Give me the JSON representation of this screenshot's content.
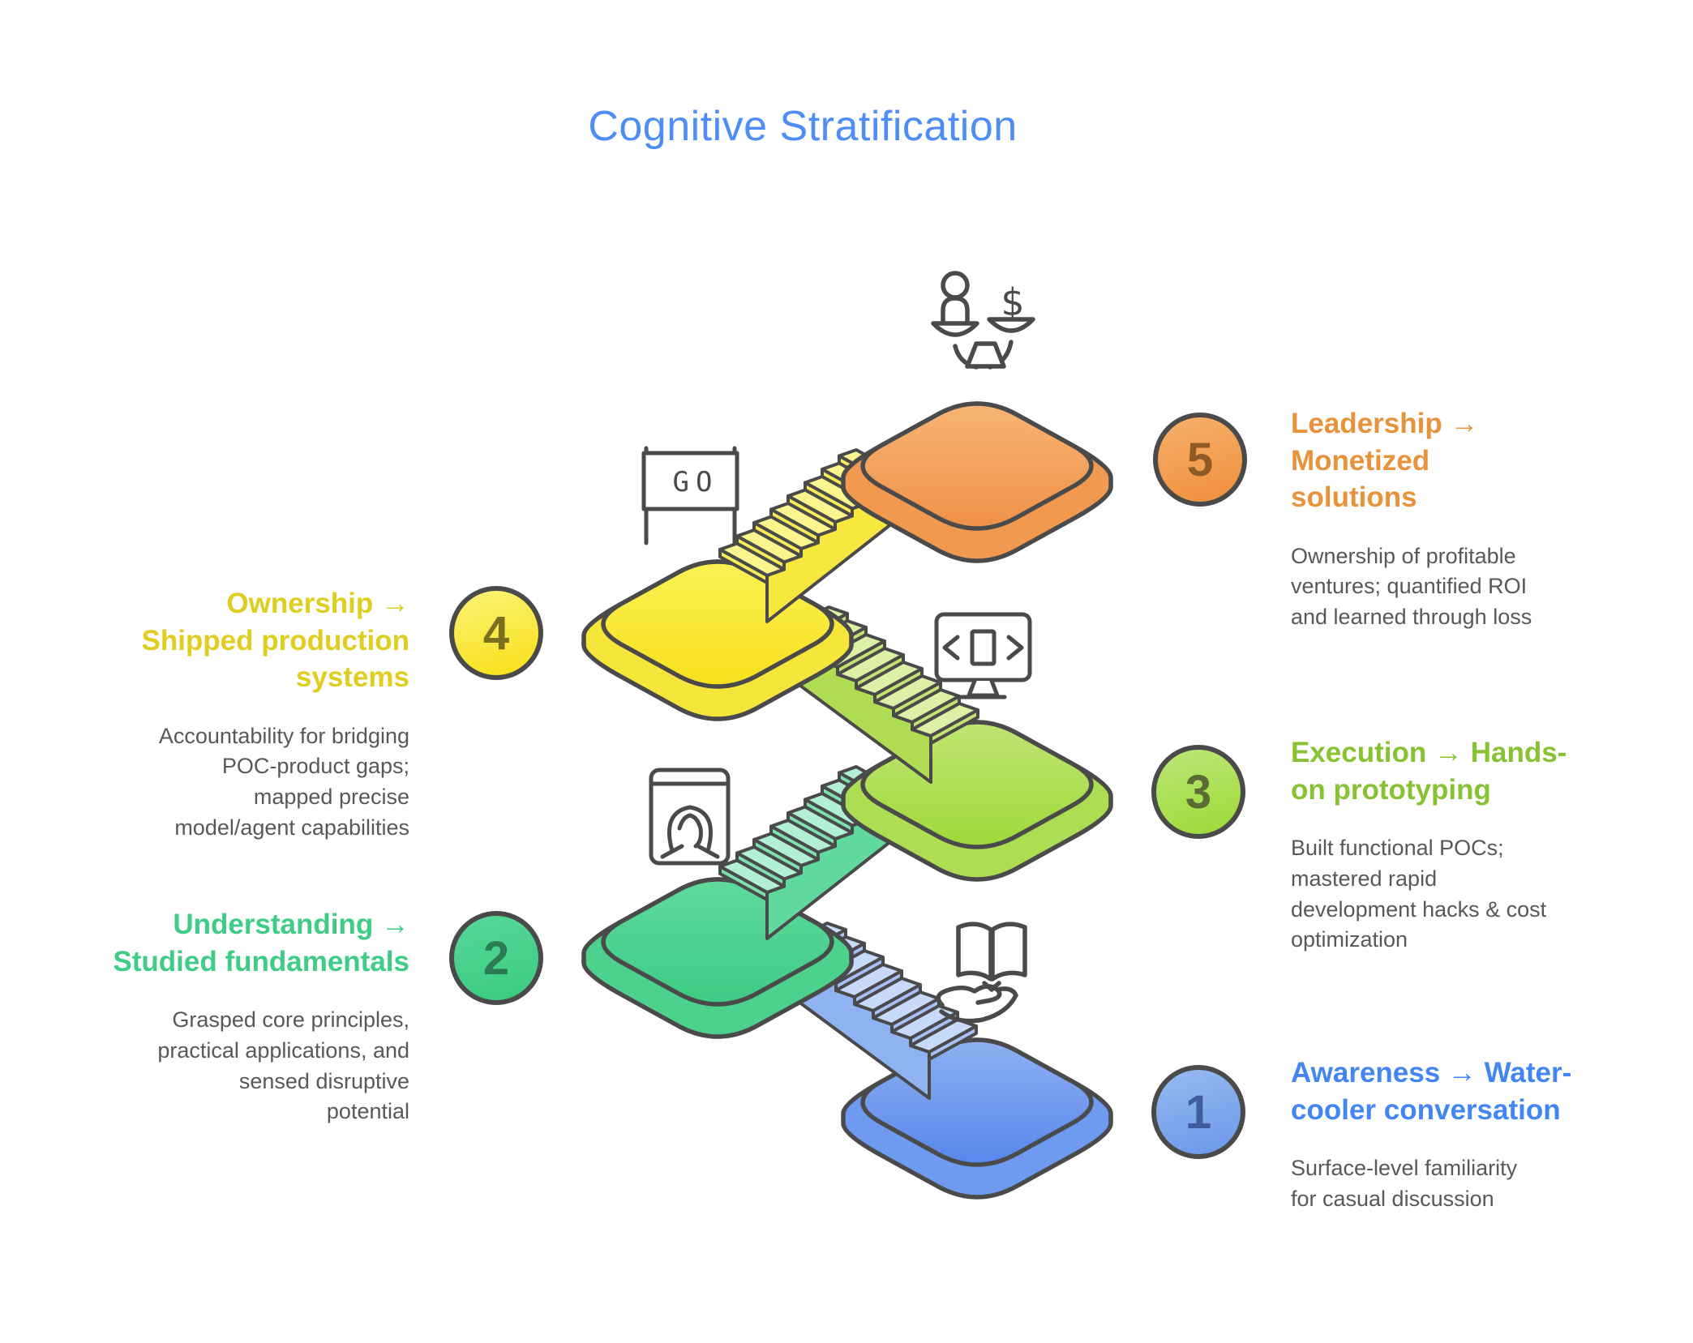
{
  "title": "Cognitive Stratification",
  "go_sign_label": "GO",
  "dollar_symbol": "$",
  "levels": [
    {
      "number": "1",
      "stage_name": "Awareness",
      "heading": "Awareness → Water-\ncooler conversation",
      "description": "Surface-level familiarity\nfor casual discussion",
      "accent": "#4285F4",
      "side": "right",
      "icon": "book-over-hand"
    },
    {
      "number": "2",
      "stage_name": "Understanding",
      "heading": "Understanding →\nStudied fundamentals",
      "description": "Grasped core principles,\npractical applications, and\nsensed disruptive\npotential",
      "accent": "#3ECC86",
      "side": "left",
      "icon": "portrait-book"
    },
    {
      "number": "3",
      "stage_name": "Execution",
      "heading": "Execution → Hands-\non prototyping",
      "description": "Built functional POCs;\nmastered rapid\ndevelopment hacks & cost\noptimization",
      "accent": "#86C232",
      "side": "right",
      "icon": "code-monitor"
    },
    {
      "number": "4",
      "stage_name": "Ownership",
      "heading": "Ownership →\nShipped production\nsystems",
      "description": "Accountability for bridging\nPOC-product gaps;\nmapped precise\nmodel/agent capabilities",
      "accent": "#DFCE1F",
      "side": "left",
      "icon": "go-sign"
    },
    {
      "number": "5",
      "stage_name": "Leadership",
      "heading": "Leadership →\nMonetized\nsolutions",
      "description": "Ownership of profitable\nventures; quantified ROI\nand learned through loss",
      "accent": "#E8933B",
      "side": "right",
      "icon": "balance-scale"
    }
  ],
  "palette": {
    "outline": "#4A4A4A",
    "title_color": "#4D8DF5",
    "body_text_color": "#58585A",
    "platforms": [
      {
        "level": 1,
        "top": [
          "#8FB0F2",
          "#5787EB"
        ],
        "side": "#6E9BEF"
      },
      {
        "level": 2,
        "top": [
          "#5FDA9C",
          "#3ECB84"
        ],
        "side": "#4CD28C"
      },
      {
        "level": 3,
        "top": [
          "#BFE573",
          "#9FD939"
        ],
        "side": "#ACDD52"
      },
      {
        "level": 4,
        "top": [
          "#FAF154",
          "#F8E01C"
        ],
        "side": "#F6E63B"
      },
      {
        "level": 5,
        "top": [
          "#F7B475",
          "#F09147"
        ],
        "side": "#F0994F"
      }
    ],
    "stairs": [
      {
        "between": "1-2",
        "tread": "#C7DAFA",
        "riser": "#A5C1F5",
        "band": "#8FB2F1"
      },
      {
        "between": "2-3",
        "tread": "#B2F0D3",
        "riser": "#7BE3AE",
        "band": "#5FDA9C"
      },
      {
        "between": "3-4",
        "tread": "#DCF0A6",
        "riser": "#C3E570",
        "band": "#AFDC52"
      },
      {
        "between": "4-5",
        "tread": "#FCF48C",
        "riser": "#FAEC55",
        "band": "#F8E73E"
      }
    ]
  }
}
